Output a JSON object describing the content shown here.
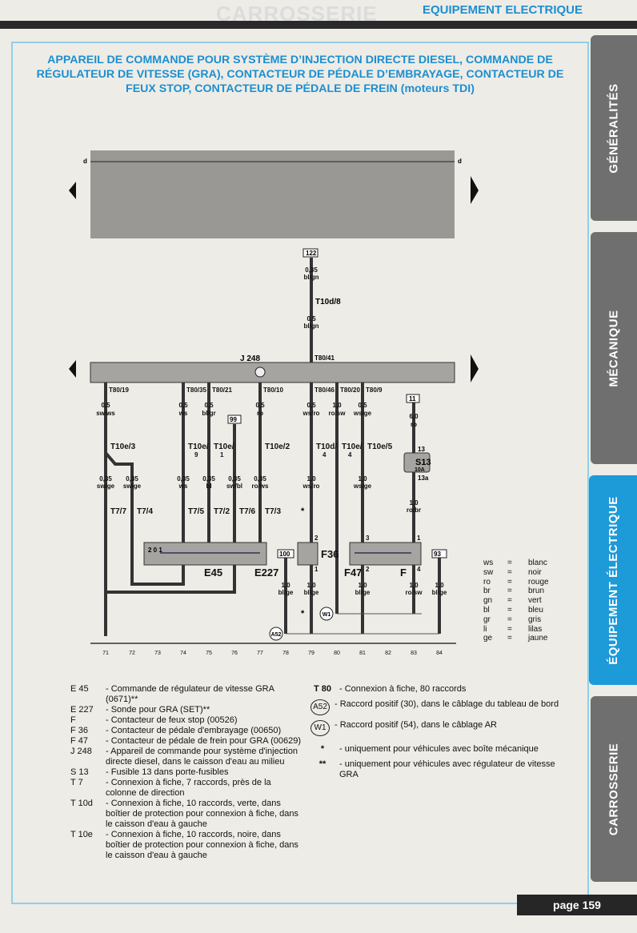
{
  "header": {
    "ghost": "CARROSSERIE",
    "section": "EQUIPEMENT ELECTRIQUE"
  },
  "title": [
    "APPAREIL DE COMMANDE  POUR SYSTÈME D’INJECTION DIRECTE DIESEL, COMMANDE DE",
    "RÉGULATEUR DE VITESSE (GRA), CONTACTEUR DE PÉDALE D’EMBRAYAGE, CONTACTEUR DE",
    "FEUX STOP, CONTACTEUR DE PÉDALE DE FREIN (moteurs TDI)"
  ],
  "tabs": [
    "GÉNÉRALITÉS",
    "MÉCANIQUE",
    "ÉQUIPEMENT ÉLECTRIQUE",
    "CARROSSERIE"
  ],
  "diagram": {
    "d": "d",
    "unit": "J 248",
    "top": {
      "box": "122",
      "s1": "0,35",
      "c1": "bl/gn",
      "conn": "T10d/8",
      "s2": "0,5",
      "c2": "bl/gn",
      "pin": "T80/41"
    },
    "pins": [
      "T80/19",
      "T80/35",
      "T80/21",
      "T80/10",
      "T80/46",
      "T80/20",
      "T80/9"
    ],
    "s_upper": [
      "0,5",
      "0,5",
      "0,5",
      "0,5",
      "0,5",
      "1,0",
      "0,5",
      "6,0"
    ],
    "c_upper": [
      "sw/ws",
      "ws",
      "bl/gr",
      "ro",
      "ws/ro",
      "ro/sw",
      "ws/ge",
      "ro"
    ],
    "boxes": {
      "b99": "99",
      "b11": "11",
      "b100": "100",
      "b93": "93"
    },
    "conn10": [
      "T10e/3",
      "T10e/",
      "9",
      "T10e/",
      "1",
      "T10e/2",
      "T10d/",
      "4",
      "T10e/",
      "4",
      "T10e/5"
    ],
    "s_mid": [
      "0,35",
      "0,35",
      "0,35",
      "0,35",
      "0,35",
      "0,35",
      "1,0",
      "1,0",
      "1,0"
    ],
    "c_mid": [
      "sw/ge",
      "sw/ge",
      "ws",
      "bl",
      "sw/bl",
      "ro/ws",
      "ws/ro",
      "ws/ge",
      "ro/br"
    ],
    "conn7": [
      "T7/7",
      "T7/4",
      "T7/5",
      "T7/2",
      "T7/6",
      "T7/3"
    ],
    "fuse": {
      "name": "S13",
      "rating": "10A",
      "in": "13",
      "out": "13a"
    },
    "components": [
      "E45",
      "E227",
      "F36",
      "F47",
      "F"
    ],
    "switch_positions": "2 0 1",
    "pins_f": [
      "2",
      "1",
      "3",
      "2",
      "1",
      "4"
    ],
    "s_low": [
      "1,0",
      "1,0",
      "1,0",
      "1,0",
      "1,0"
    ],
    "c_low": [
      "bl/ge",
      "bl/ge",
      "bl/ge",
      "ro/sw",
      "bl/ge"
    ],
    "star": "*",
    "a52": "A52",
    "w1": "W1",
    "columns": [
      "71",
      "72",
      "73",
      "74",
      "75",
      "76",
      "77",
      "78",
      "79",
      "80",
      "81",
      "82",
      "83",
      "84"
    ]
  },
  "color_codes": [
    [
      "ws",
      "blanc"
    ],
    [
      "sw",
      "noir"
    ],
    [
      "ro",
      "rouge"
    ],
    [
      "br",
      "brun"
    ],
    [
      "gn",
      "vert"
    ],
    [
      "bl",
      "bleu"
    ],
    [
      "gr",
      "gris"
    ],
    [
      "li",
      "lilas"
    ],
    [
      "ge",
      "jaune"
    ]
  ],
  "legend_left": [
    [
      "E 45",
      "- Commande de régulateur de vitesse GRA (0671)**"
    ],
    [
      "E 227",
      "- Sonde pour GRA (SET)**"
    ],
    [
      "F",
      "- Contacteur de feux stop (00526)"
    ],
    [
      "F 36",
      "- Contacteur de pédale d'embrayage (00650)"
    ],
    [
      "F 47",
      "- Contacteur de pédale de frein pour GRA (00629)"
    ],
    [
      "J 248",
      "- Appareil de commande pour système d'injection directe diesel, dans le caisson d'eau au milieu"
    ],
    [
      "S 13",
      "- Fusible 13 dans porte-fusibles"
    ],
    [
      "T 7",
      "- Connexion à fiche, 7 raccords, près de la colonne de direction"
    ],
    [
      "T 10d",
      "- Connexion à fiche, 10 raccords, verte, dans boîtier de protection pour connexion à fiche, dans le caisson d'eau à gauche"
    ],
    [
      "T 10e",
      "- Connexion à fiche, 10 raccords, noire, dans boîtier de protection pour connexion à fiche, dans le caisson d'eau à gauche"
    ]
  ],
  "legend_right": [
    [
      "T 80",
      "- Connexion à fiche, 80 raccords"
    ],
    [
      "A52",
      "- Raccord positif (30), dans le câblage du tableau de bord"
    ],
    [
      "W1",
      "- Raccord positif (54), dans le câblage AR"
    ],
    [
      "*",
      "- uniquement pour véhicules avec boîte mécanique"
    ],
    [
      "**",
      "- uniquement pour véhicules avec régulateur de vitesse GRA"
    ]
  ],
  "page": "page 159"
}
